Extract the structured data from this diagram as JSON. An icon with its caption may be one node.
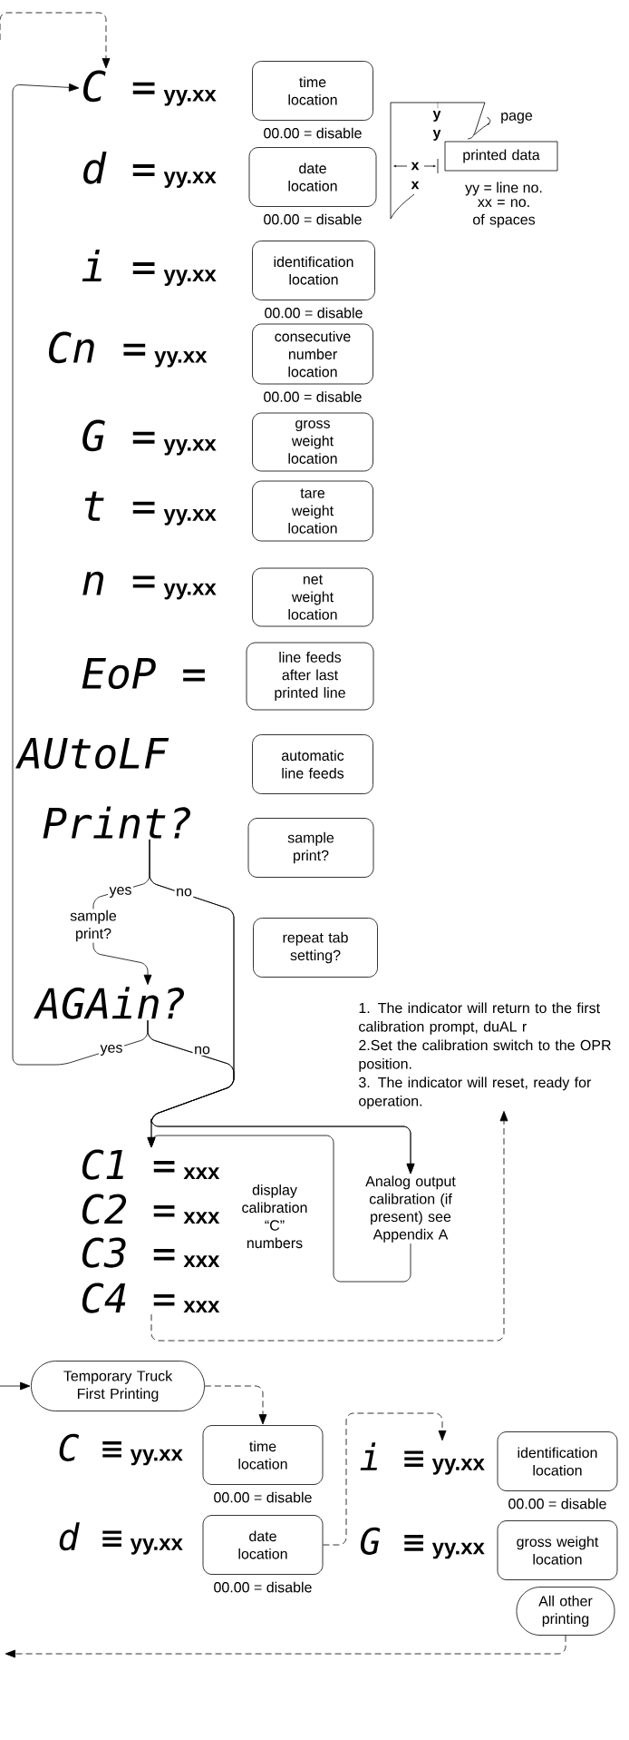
{
  "diagram": {
    "nodes": [
      {
        "text": [
          "C =",
          "yy.xx"
        ]
      },
      {
        "text": [
          "time location"
        ],
        "beside": [
          "00.00 = disable"
        ]
      },
      {
        "text": [
          "d =",
          "yy.xx"
        ]
      },
      {
        "text": [
          "date location"
        ],
        "beside": [
          "00.00 = disable"
        ]
      },
      {
        "text": [
          "i =",
          "yy.xx"
        ]
      },
      {
        "text": [
          "identification location"
        ],
        "beside": [
          "00.00 = disable"
        ]
      },
      {
        "text": [
          "Cn =",
          "yy.xx"
        ]
      },
      {
        "text": [
          "consecutive number location"
        ],
        "beside": [
          "00.00 = disable"
        ]
      },
      {
        "text": [
          "G =",
          "yy.xx"
        ]
      },
      {
        "text": [
          "gross weight location"
        ]
      },
      {
        "text": [
          "t =",
          "yy.xx"
        ]
      },
      {
        "text": [
          "tare weight location"
        ]
      },
      {
        "text": [
          "n =",
          "yy.xx"
        ]
      },
      {
        "text": [
          "net weight location"
        ]
      },
      {
        "text": [
          "EoP ="
        ]
      },
      {
        "text": [
          "line feeds after last printed line"
        ]
      },
      {
        "text": [
          "AUtoLF"
        ]
      },
      {
        "text": [
          "automatic line feeds"
        ]
      },
      {
        "text": [
          "Print?"
        ]
      },
      {
        "text": [
          "sample print?"
        ]
      },
      {
        "text": [
          "sample print?"
        ]
      },
      {
        "text": [
          "repeat tab setting?"
        ]
      },
      {
        "text": [
          "AGAin?"
        ]
      },
      {
        "text": [
          "1. The indicator will return to the first calibration prompt, duAL r",
          "2.Set the calibration switch to the OPR position.",
          "3. The indicator will reset, ready for operation."
        ]
      },
      {
        "text": [
          "C1 =",
          "xxx"
        ]
      },
      {
        "text": [
          "C2 =",
          "xxx"
        ]
      },
      {
        "text": [
          "C3 =",
          "xxx"
        ]
      },
      {
        "text": [
          "C4 =",
          "xxx"
        ]
      },
      {
        "text": [
          "Analog output calibration (if present) see Appendix A"
        ]
      },
      {
        "text": [
          "printed data"
        ]
      },
      {
        "text": [
          "page"
        ]
      },
      {
        "text": [],
        "shape": "picture"
      },
      {
        "text": [
          "Temporary Truck First Printing"
        ]
      },
      {
        "text": [
          "C ≡",
          "yy.xx"
        ]
      },
      {
        "text": [
          "time location"
        ],
        "beside": [
          "00.00 = disable"
        ]
      },
      {
        "text": [
          "d ≡",
          "yy.xx"
        ]
      },
      {
        "text": [
          "date location"
        ],
        "beside": [
          "00.00 = disable"
        ]
      },
      {
        "text": [
          "i ≡",
          "yy.xx"
        ]
      },
      {
        "text": [
          "identification location"
        ],
        "beside": [
          "00.00 = disable"
        ]
      },
      {
        "text": [
          "G ≡",
          "yy.xx"
        ]
      },
      {
        "text": [
          "gross weight location"
        ]
      },
      {
        "text": [
          "All other printing"
        ]
      }
    ],
    "edges": [
      {
        "from": null,
        "to": 0,
        "arrow": "to",
        "style": "dashed"
      },
      {
        "from": 22,
        "to": 0,
        "arrow": "to",
        "label": "yes"
      },
      {
        "from": 18,
        "to": 20,
        "arrow": "none",
        "label": "yes"
      },
      {
        "from": 20,
        "to": 22,
        "arrow": "to"
      },
      {
        "from": 18,
        "to": 24,
        "arrow": "to",
        "label": "no"
      },
      {
        "from": 22,
        "to": 24,
        "arrow": "to",
        "label": "no"
      },
      {
        "from": 18,
        "to": 28,
        "arrow": "to"
      },
      {
        "from": 22,
        "to": 28,
        "arrow": "to"
      },
      {
        "from": 28,
        "to": 24,
        "arrow": "to"
      },
      {
        "from": 27,
        "to": 23,
        "arrow": "to",
        "style": "dashed"
      },
      {
        "from": null,
        "to": 32,
        "arrow": "to"
      },
      {
        "from": 32,
        "to": 34,
        "arrow": "to",
        "style": "dashed"
      },
      {
        "from": 36,
        "to": 37,
        "arrow": "to",
        "style": "dashed"
      },
      {
        "from": 41,
        "to": null,
        "arrow": "to",
        "style": "dashed"
      },
      {
        "from": 30,
        "to": 31,
        "arrow": "none"
      }
    ],
    "labels": [
      "y",
      "y",
      "x",
      "x",
      "yy = line no.",
      "xx = no. of spaces",
      "display calibration “C” numbers"
    ]
  }
}
